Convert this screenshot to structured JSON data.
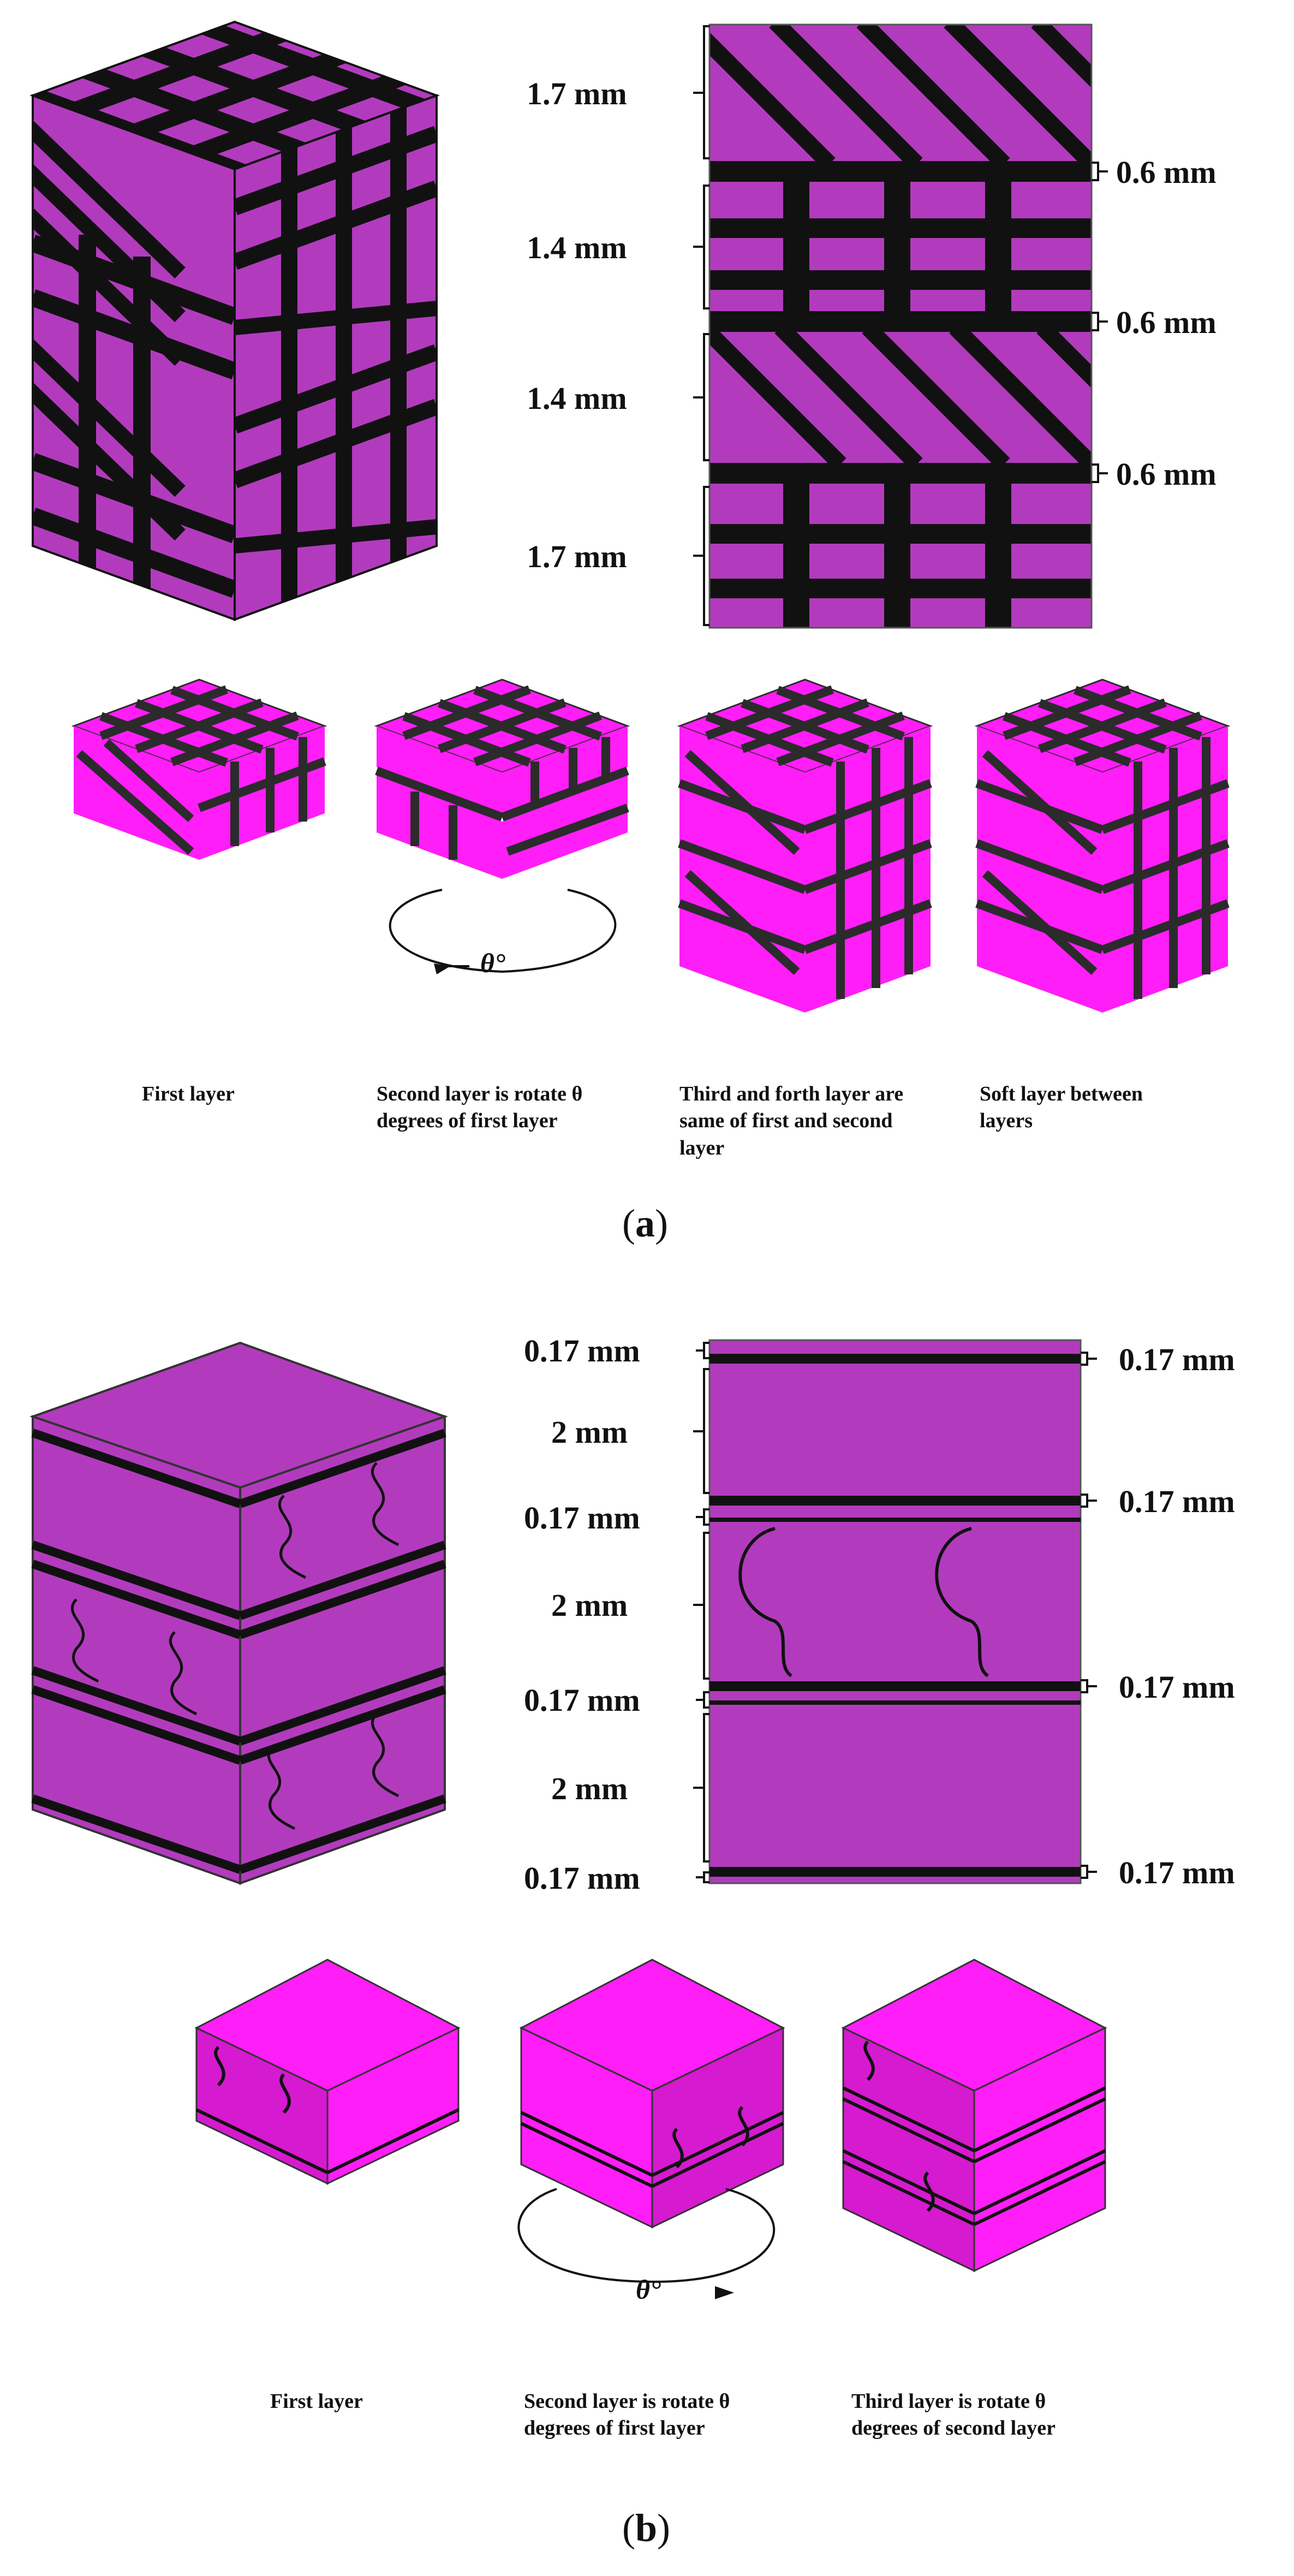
{
  "colors": {
    "magenta_bright": "#ff1ef7",
    "magenta_mid": "#d61acf",
    "purple_muted": "#b23bbd",
    "stripe_dark": "#111111",
    "soft_layer": "#2b2b2b"
  },
  "panel_a": {
    "label_open": "(",
    "label_letter": "a",
    "label_close": ")",
    "dims_left": [
      "1.7 mm",
      "1.4 mm",
      "1.4 mm",
      "1.7 mm"
    ],
    "dims_right": [
      "0.6 mm",
      "0.6 mm",
      "0.6 mm"
    ],
    "captions": [
      "First layer",
      "Second layer is rotate θ degrees of first layer",
      "Third and forth layer are same of first and second layer",
      "Soft layer between layers"
    ],
    "rotation_label": "θ°"
  },
  "panel_b": {
    "label_open": "(",
    "label_letter": "b",
    "label_close": ")",
    "dims_left": [
      "0.17 mm",
      "2 mm",
      "0.17 mm",
      "2 mm",
      "0.17 mm",
      "2 mm",
      "0.17 mm"
    ],
    "dims_right": [
      "0.17 mm",
      "0.17 mm",
      "0.17 mm",
      "0.17 mm"
    ],
    "captions": [
      "First layer",
      "Second layer is  rotate θ degrees of first layer",
      "Third layer is rotate θ degrees of second layer"
    ],
    "rotation_label": "θ°"
  }
}
